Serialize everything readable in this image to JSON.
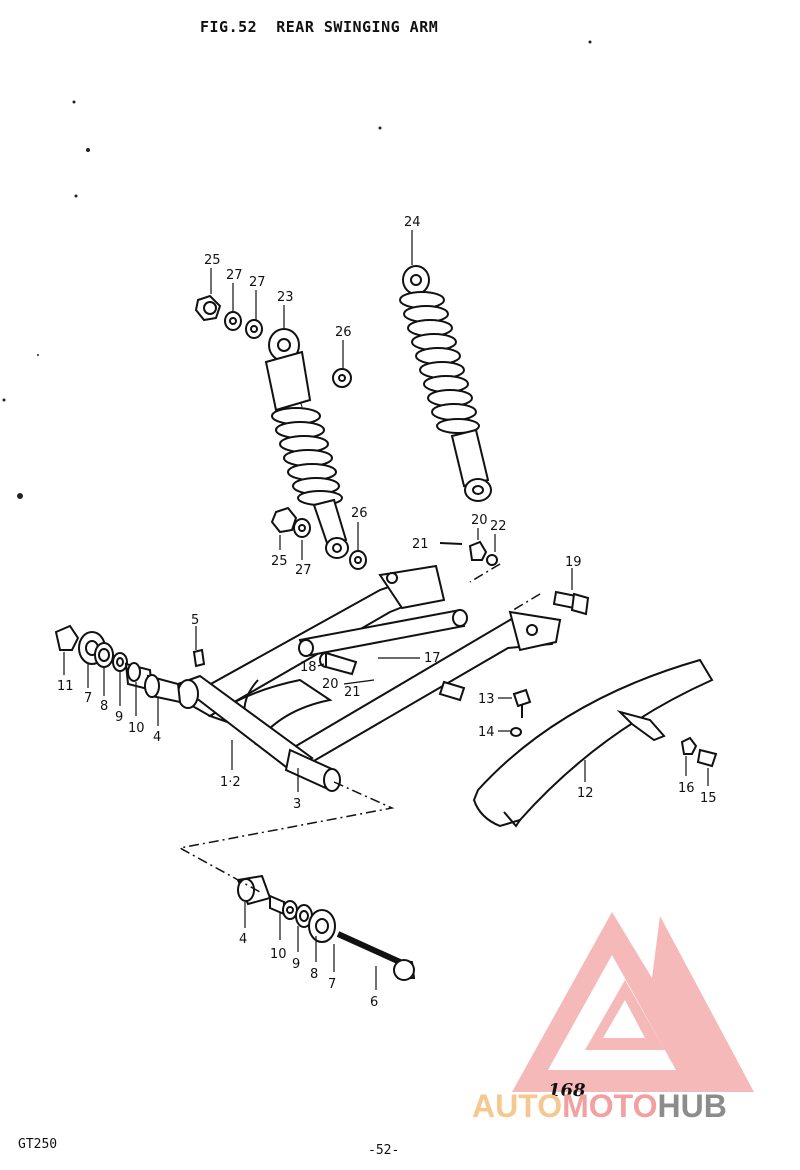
{
  "title": "FIG.52  REAR SWINGING ARM",
  "model": "GT250",
  "page_number": "-52-",
  "reference_number": "168",
  "watermark": {
    "auto": "AUTO",
    "moto": "MOTO",
    "hub": "HUB",
    "colors": {
      "auto": "#f6c890",
      "moto": "#f2a0a0",
      "hub": "#8c8c8c",
      "logo": "#f08080"
    }
  },
  "callouts": {
    "c25a": "25",
    "c27a": "27",
    "c27b": "27",
    "c23": "23",
    "c26a": "26",
    "c24": "24",
    "c26b": "26",
    "c25b": "25",
    "c27c": "27",
    "c20a": "20",
    "c22": "22",
    "c21a": "21",
    "c19": "19",
    "c5": "5",
    "c18": "18",
    "c17": "17",
    "c20b": "20",
    "c21b": "21",
    "c13": "13",
    "c14": "14",
    "c11": "11",
    "c7a": "7",
    "c8a": "8",
    "c9a": "9",
    "c10a": "10",
    "c4a": "4",
    "c12a": "1·2",
    "c3": "3",
    "c12": "12",
    "c16": "16",
    "c15": "15",
    "c4b": "4",
    "c10b": "10",
    "c9b": "9",
    "c8b": "8",
    "c7b": "7",
    "c6": "6"
  }
}
